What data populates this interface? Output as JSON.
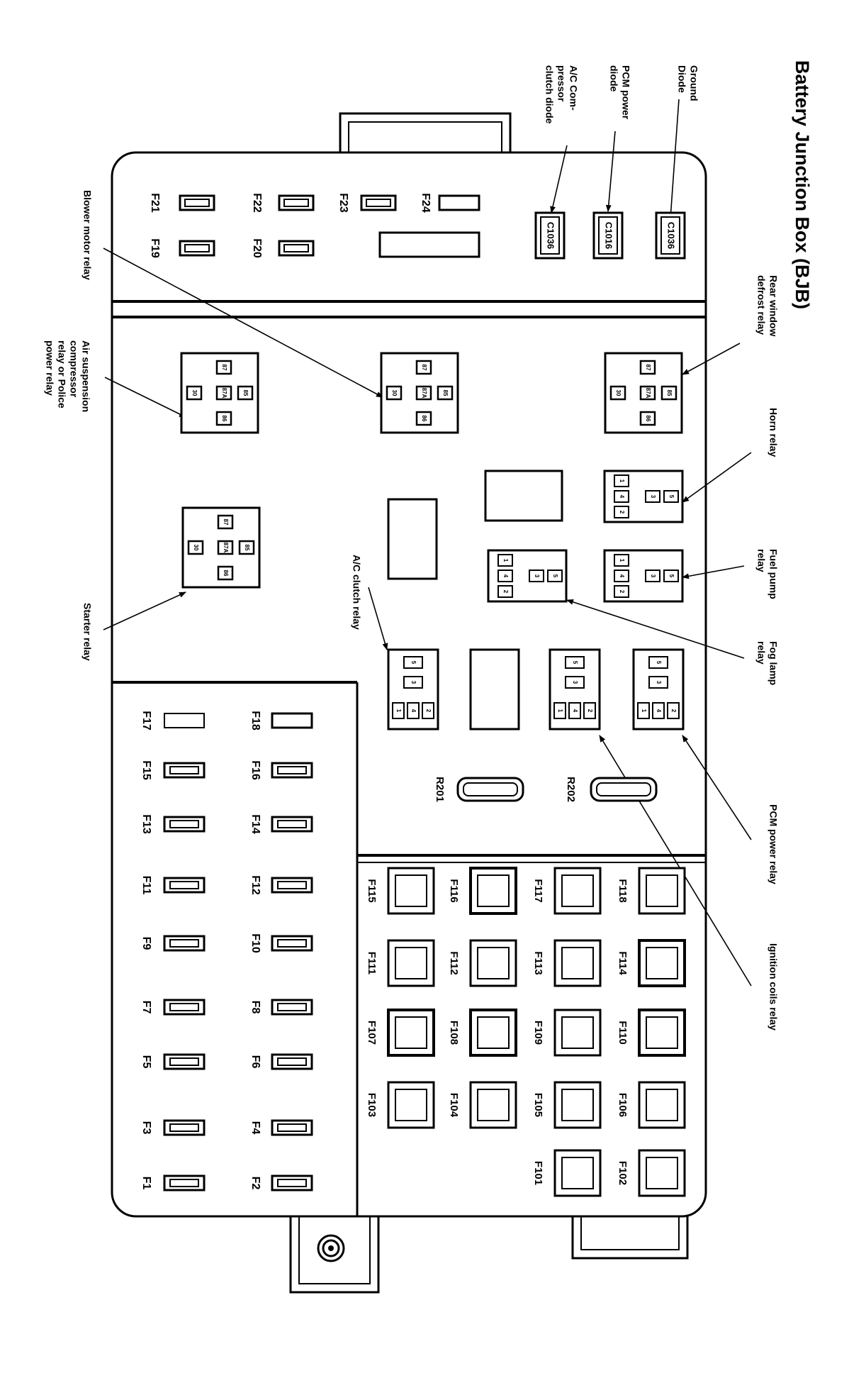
{
  "title": "Battery Junction Box (BJB)",
  "callouts": {
    "ground_diode": [
      "Ground",
      "Diode"
    ],
    "pcm_power_diode": [
      "PCM power",
      "diode"
    ],
    "ac_compressor_clutch_diode": [
      "A/C Com-",
      "pressor",
      "clutch diode"
    ],
    "rear_window_defrost_relay": [
      "Rear window",
      "defrost relay"
    ],
    "blower_motor_relay": [
      "Blower motor relay"
    ],
    "air_suspension_relay": [
      "Air suspension",
      "compressor",
      "relay or Police",
      "power relay"
    ],
    "horn_relay": [
      "Horn relay"
    ],
    "fuel_pump_relay": [
      "Fuel pump",
      "relay"
    ],
    "fog_lamp_relay": [
      "Fog lamp",
      "relay"
    ],
    "starter_relay": [
      "Starter relay"
    ],
    "ac_clutch_relay": [
      "A/C clutch relay"
    ],
    "pcm_power_relay": [
      "PCM power relay"
    ],
    "ignition_coils_relay": [
      "Ignition coils relay"
    ]
  },
  "diodes": [
    "C1036",
    "C1016",
    "C1036"
  ],
  "top_fuses": [
    "F21",
    "F22",
    "F23",
    "F24",
    "F19",
    "F20"
  ],
  "relay_terminals": {
    "iso": [
      "87",
      "30",
      "87A",
      "85",
      "86"
    ],
    "micro_pins": [
      "1",
      "2",
      "3",
      "4",
      "5"
    ]
  },
  "resistors": [
    "R201",
    "R202"
  ],
  "mini_fuses_left": [
    "F17",
    "F15",
    "F13",
    "F11",
    "F9",
    "F7",
    "F5",
    "F3",
    "F1"
  ],
  "mini_fuses_right": [
    "F18",
    "F16",
    "F14",
    "F12",
    "F10",
    "F8",
    "F6",
    "F4",
    "F2"
  ],
  "maxi_fuses": [
    [
      "F115",
      "F116",
      "F117",
      "F118"
    ],
    [
      "F111",
      "F112",
      "F113",
      "F114"
    ],
    [
      "F107",
      "F108",
      "F109",
      "F110"
    ],
    [
      "F103",
      "F104",
      "F105",
      "F106"
    ],
    [
      "F101",
      "F102"
    ]
  ]
}
